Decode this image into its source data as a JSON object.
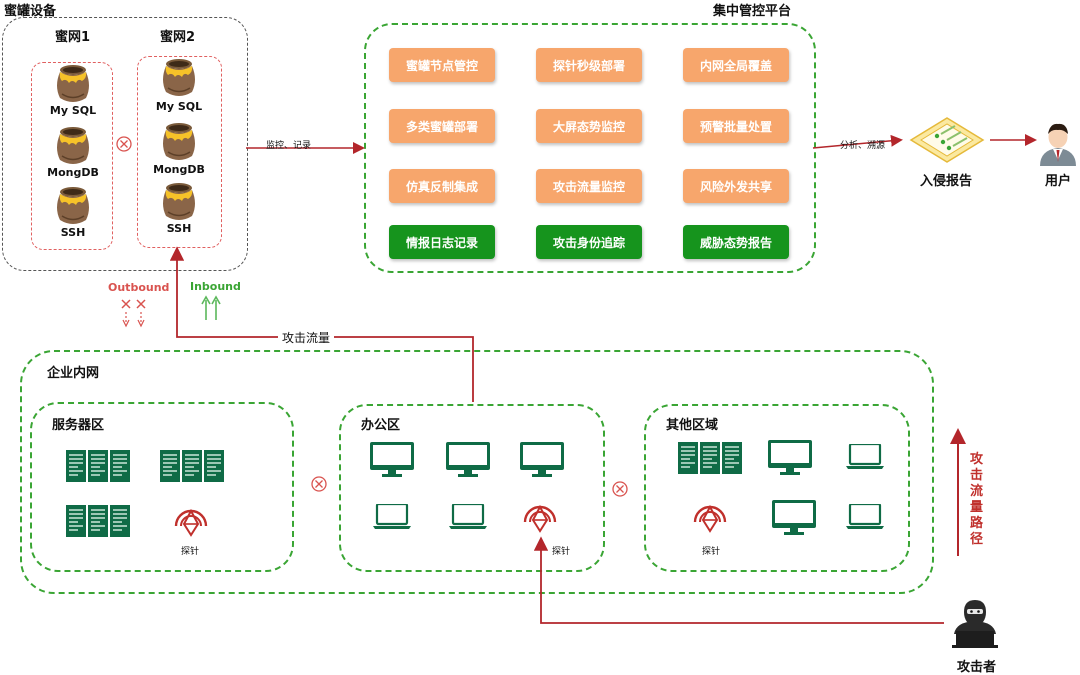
{
  "honeypot": {
    "title": "蜜罐设备",
    "net1": {
      "title": "蜜网1",
      "items": [
        "My SQL",
        "MongDB",
        "SSH"
      ]
    },
    "net2": {
      "title": "蜜网2",
      "items": [
        "My SQL",
        "MongDB",
        "SSH"
      ]
    }
  },
  "platform": {
    "title": "集中管控平台",
    "buttons": [
      {
        "label": "蜜罐节点管控",
        "style": "orange"
      },
      {
        "label": "探针秒级部署",
        "style": "orange"
      },
      {
        "label": "内网全局覆盖",
        "style": "orange"
      },
      {
        "label": "多类蜜罐部署",
        "style": "orange"
      },
      {
        "label": "大屏态势监控",
        "style": "orange"
      },
      {
        "label": "预警批量处置",
        "style": "orange"
      },
      {
        "label": "仿真反制集成",
        "style": "orange"
      },
      {
        "label": "攻击流量监控",
        "style": "orange"
      },
      {
        "label": "风险外发共享",
        "style": "orange"
      },
      {
        "label": "情报日志记录",
        "style": "green"
      },
      {
        "label": "攻击身份追踪",
        "style": "green"
      },
      {
        "label": "威胁态势报告",
        "style": "green"
      }
    ]
  },
  "flows": {
    "monitor_label": "监控、记录",
    "analyze_label": "分析、溯源",
    "attack_traffic": "攻击流量",
    "outbound": "Outbound",
    "inbound": "Inbound",
    "attack_path": "攻击流量路径"
  },
  "report": {
    "label": "入侵报告"
  },
  "user": {
    "label": "用户"
  },
  "attacker": {
    "label": "攻击者"
  },
  "intranet": {
    "title": "企业内网",
    "server_zone": {
      "title": "服务器区",
      "probe": "探针"
    },
    "office_zone": {
      "title": "办公区",
      "probe": "探针"
    },
    "other_zone": {
      "title": "其他区域",
      "probe": "探针"
    }
  },
  "colors": {
    "orange_button": "#f7a66c",
    "green_button": "#16941d",
    "green_dash": "#3aa534",
    "red_dash": "#e06060",
    "arrow_red": "#b3262b",
    "monitor_green": "#0f6b46"
  }
}
